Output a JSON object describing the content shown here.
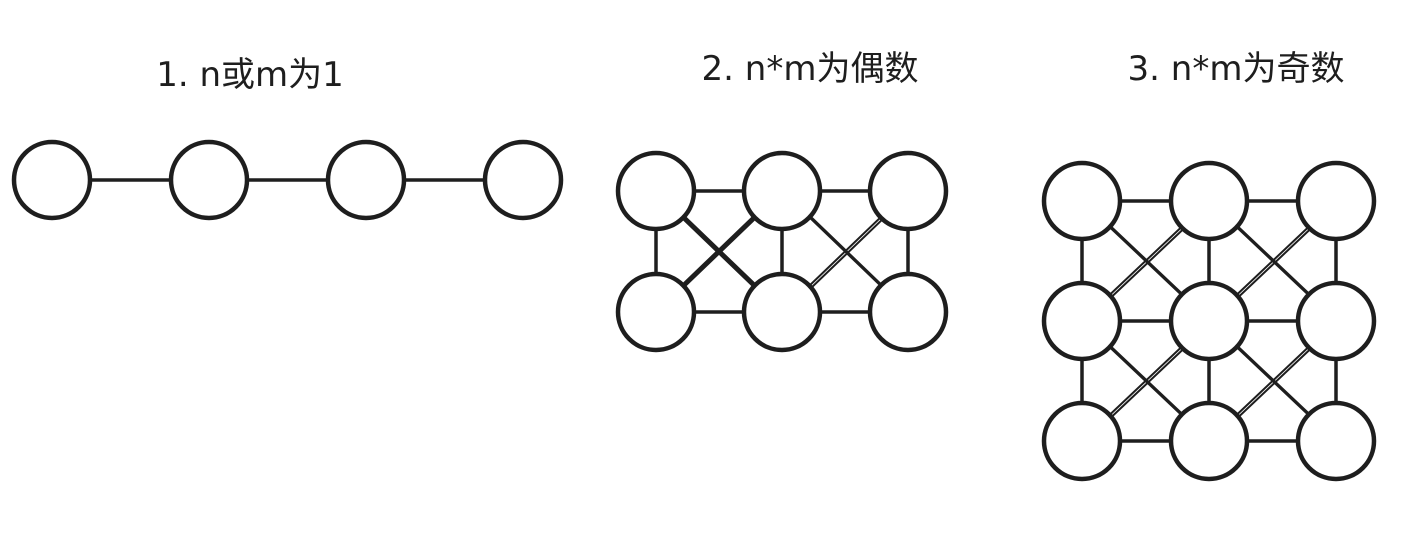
{
  "panels": [
    {
      "id": "line",
      "caption": "1. n或m为1",
      "rows": 1,
      "cols": 4,
      "diagonals": []
    },
    {
      "id": "even",
      "caption": "2. n*m为偶数",
      "rows": 2,
      "cols": 3,
      "diagonals": [
        {
          "from": [
            0,
            0
          ],
          "to": [
            1,
            1
          ],
          "weight": "bold"
        },
        {
          "from": [
            1,
            0
          ],
          "to": [
            0,
            1
          ],
          "weight": "bold"
        },
        {
          "from": [
            0,
            1
          ],
          "to": [
            1,
            2
          ],
          "weight": "thin"
        },
        {
          "from": [
            1,
            1
          ],
          "to": [
            0,
            2
          ],
          "weight": "thin"
        }
      ]
    },
    {
      "id": "odd",
      "caption": "3. n*m为奇数",
      "rows": 3,
      "cols": 3,
      "diagonals": [
        {
          "from": [
            0,
            0
          ],
          "to": [
            1,
            1
          ],
          "weight": "thin"
        },
        {
          "from": [
            1,
            0
          ],
          "to": [
            0,
            1
          ],
          "weight": "thin"
        },
        {
          "from": [
            0,
            1
          ],
          "to": [
            1,
            2
          ],
          "weight": "thin"
        },
        {
          "from": [
            1,
            1
          ],
          "to": [
            0,
            2
          ],
          "weight": "thin"
        },
        {
          "from": [
            1,
            0
          ],
          "to": [
            2,
            1
          ],
          "weight": "thin"
        },
        {
          "from": [
            2,
            0
          ],
          "to": [
            1,
            1
          ],
          "weight": "thin"
        },
        {
          "from": [
            1,
            1
          ],
          "to": [
            2,
            2
          ],
          "weight": "thin"
        },
        {
          "from": [
            2,
            1
          ],
          "to": [
            1,
            2
          ],
          "weight": "thin"
        }
      ]
    }
  ]
}
